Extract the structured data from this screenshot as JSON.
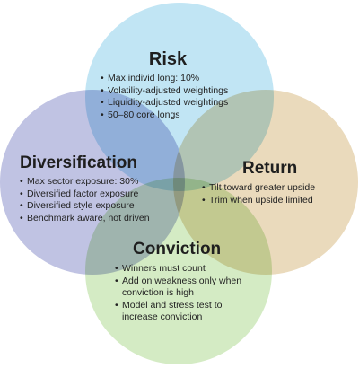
{
  "colors": {
    "risk": "#b6e1f2",
    "diversification": "#b5b9de",
    "return": "#e6d4b0",
    "conviction": "#cde7ba"
  },
  "risk": {
    "title": "Risk",
    "items": [
      "Max individ long: 10%",
      "Volatility-adjusted weightings",
      "Liquidity-adjusted weightings",
      "50–80 core longs"
    ]
  },
  "diversification": {
    "title": "Diversification",
    "items": [
      "Max sector exposure: 30%",
      "Diversified factor exposure",
      "Diversified style exposure",
      "Benchmark aware, not driven"
    ]
  },
  "return": {
    "title": "Return",
    "items": [
      "Tilt toward greater upside",
      "Trim when upside limited"
    ]
  },
  "conviction": {
    "title": "Conviction",
    "items": [
      "Winners must count",
      "Add on weakness only when conviction is high",
      "Model and stress test to increase conviction"
    ]
  }
}
